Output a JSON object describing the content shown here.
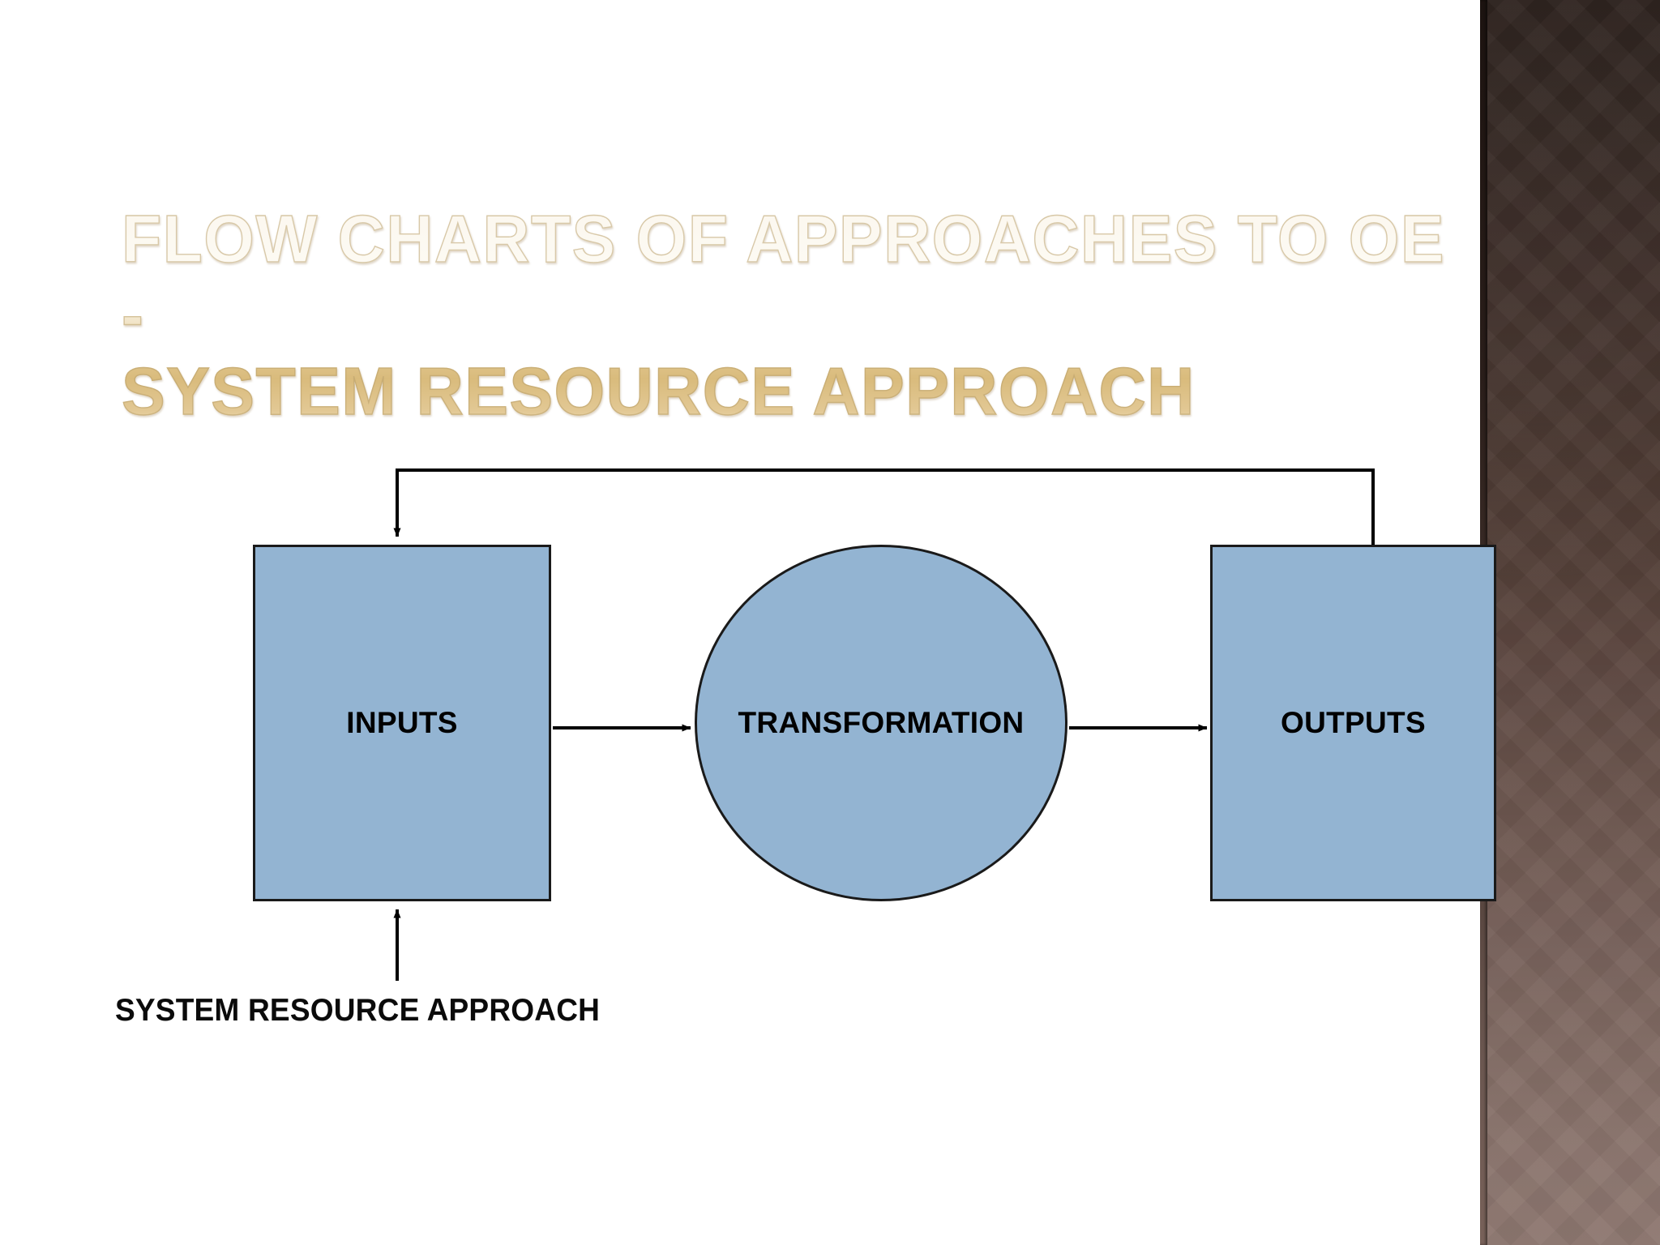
{
  "slide": {
    "background_color": "#ffffff",
    "accent_panel_color_top": "#261a16",
    "accent_panel_color_bottom": "#8e7870",
    "title": "FLOW CHARTS OF APPROACHES TO OE -\nSYSTEM RESOURCE APPROACH",
    "title_gradient_top": "#fbf7ee",
    "title_gradient_bottom": "#d9bb7c"
  },
  "diagram": {
    "type": "flowchart",
    "shape_fill_color": "#93b4d2",
    "shape_stroke_color": "#1a1a1a",
    "nodes": [
      {
        "id": "inputs",
        "label": "INPUTS",
        "shape": "rectangle"
      },
      {
        "id": "transformation",
        "label": "TRANSFORMATION",
        "shape": "ellipse"
      },
      {
        "id": "outputs",
        "label": "OUTPUTS",
        "shape": "rectangle"
      }
    ],
    "edges": [
      {
        "from": "inputs",
        "to": "transformation",
        "style": "straight-arrow"
      },
      {
        "from": "transformation",
        "to": "outputs",
        "style": "straight-arrow"
      },
      {
        "from": "outputs",
        "to": "inputs",
        "style": "feedback-loop-arrow"
      },
      {
        "from": "system-resource-approach-label",
        "to": "inputs",
        "style": "straight-arrow"
      }
    ],
    "annotation": "SYSTEM RESOURCE APPROACH"
  }
}
